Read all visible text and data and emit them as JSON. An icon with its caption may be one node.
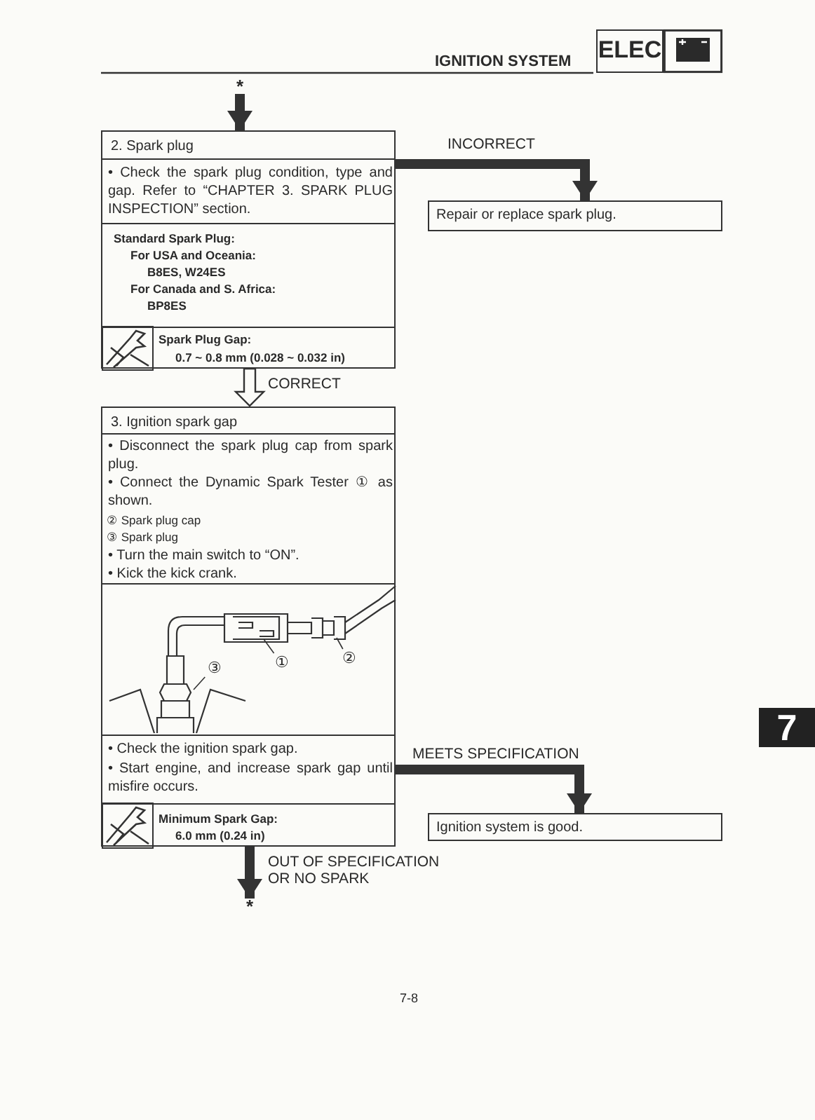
{
  "diagram": {
    "title": "IGNITION SYSTEM",
    "nodes": [
      {
        "text": [
          "*"
        ]
      },
      {
        "text": [
          "2. Spark plug",
          "• Check the spark plug condition, type and gap. Refer to “CHAPTER 3. SPARK PLUG INSPECTION” section.",
          "Standard Spark Plug:",
          "For USA and Oceania:",
          "B8ES, W24ES",
          "For Canada and S. Africa:",
          "BP8ES",
          "Spark Plug Gap:",
          "0.7 ~ 0.8 mm (0.028 ~ 0.032 in)"
        ]
      },
      {
        "text": [
          "Repair or replace spark plug."
        ]
      },
      {
        "text": [
          "3. Ignition spark gap",
          "• Disconnect the spark plug cap from spark plug.",
          "• Connect the Dynamic Spark Tester ① as shown.",
          "② Spark plug cap",
          "③ Spark plug",
          "• Turn the main switch to “ON”.",
          "• Kick the kick crank.",
          "• Check the ignition spark gap.",
          "• Start engine, and increase spark gap until misfire occurs.",
          "Minimum Spark Gap:",
          "6.0 mm (0.24 in)"
        ]
      },
      {
        "text": [
          "①"
        ],
        "in": 3
      },
      {
        "text": [
          "②"
        ],
        "in": 3
      },
      {
        "text": [
          "③"
        ],
        "in": 3
      },
      {
        "text": [
          "Ignition system is good."
        ]
      },
      {
        "text": [
          "*"
        ]
      }
    ],
    "edges": [
      {
        "from": 0,
        "to": 1,
        "arrow": "to"
      },
      {
        "from": 1,
        "to": 2,
        "arrow": "to",
        "label": "INCORRECT"
      },
      {
        "from": 1,
        "to": 3,
        "arrow": "to",
        "label": "CORRECT"
      },
      {
        "from": 3,
        "to": 7,
        "arrow": "to",
        "label": "MEETS SPECIFICATION"
      },
      {
        "from": 3,
        "to": 8,
        "arrow": "to",
        "label": "OUT OF SPECIFICATION OR NO SPARK"
      },
      {
        "from": 4,
        "to": null,
        "arrow": "none"
      },
      {
        "from": 5,
        "to": null,
        "arrow": "none"
      },
      {
        "from": 6,
        "to": null,
        "arrow": "none"
      }
    ],
    "labels": [
      "ELEC",
      "7",
      "7-8"
    ]
  }
}
